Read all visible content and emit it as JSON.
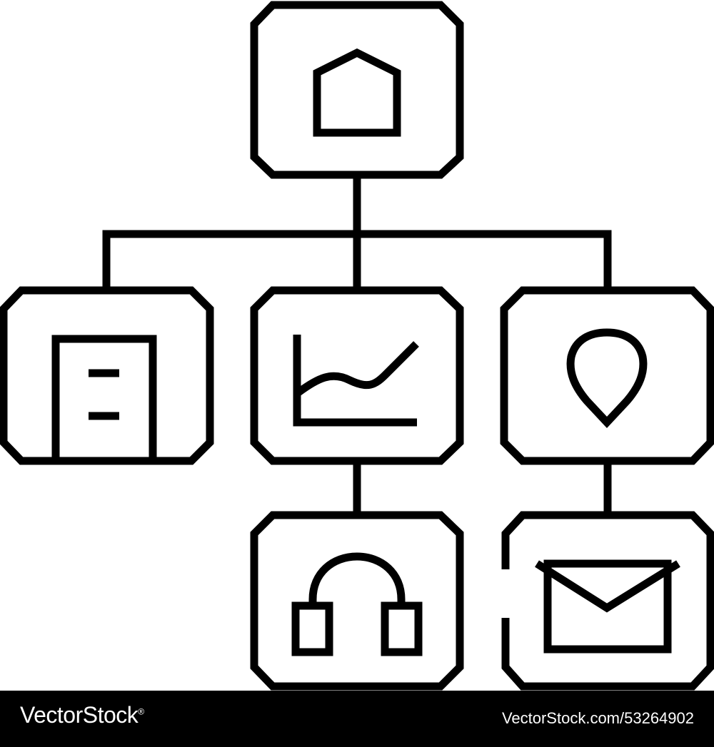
{
  "diagram": {
    "nodes": [
      {
        "id": "root",
        "icon": "house-icon"
      },
      {
        "id": "building",
        "icon": "building-icon"
      },
      {
        "id": "chart",
        "icon": "line-chart-icon"
      },
      {
        "id": "location",
        "icon": "map-pin-icon"
      },
      {
        "id": "support",
        "icon": "headphones-icon"
      },
      {
        "id": "mail",
        "icon": "envelope-icon"
      }
    ],
    "edges": [
      {
        "from": "root",
        "to": "building"
      },
      {
        "from": "root",
        "to": "chart"
      },
      {
        "from": "root",
        "to": "location"
      },
      {
        "from": "chart",
        "to": "support"
      },
      {
        "from": "location",
        "to": "mail"
      }
    ],
    "line_color": "#000000",
    "background": "#ffffff"
  },
  "footer": {
    "brand": "VectorStock",
    "registered_mark": "®",
    "stock_id": "VectorStock.com/53264902",
    "background": "#000000",
    "text_color": "#ffffff"
  }
}
